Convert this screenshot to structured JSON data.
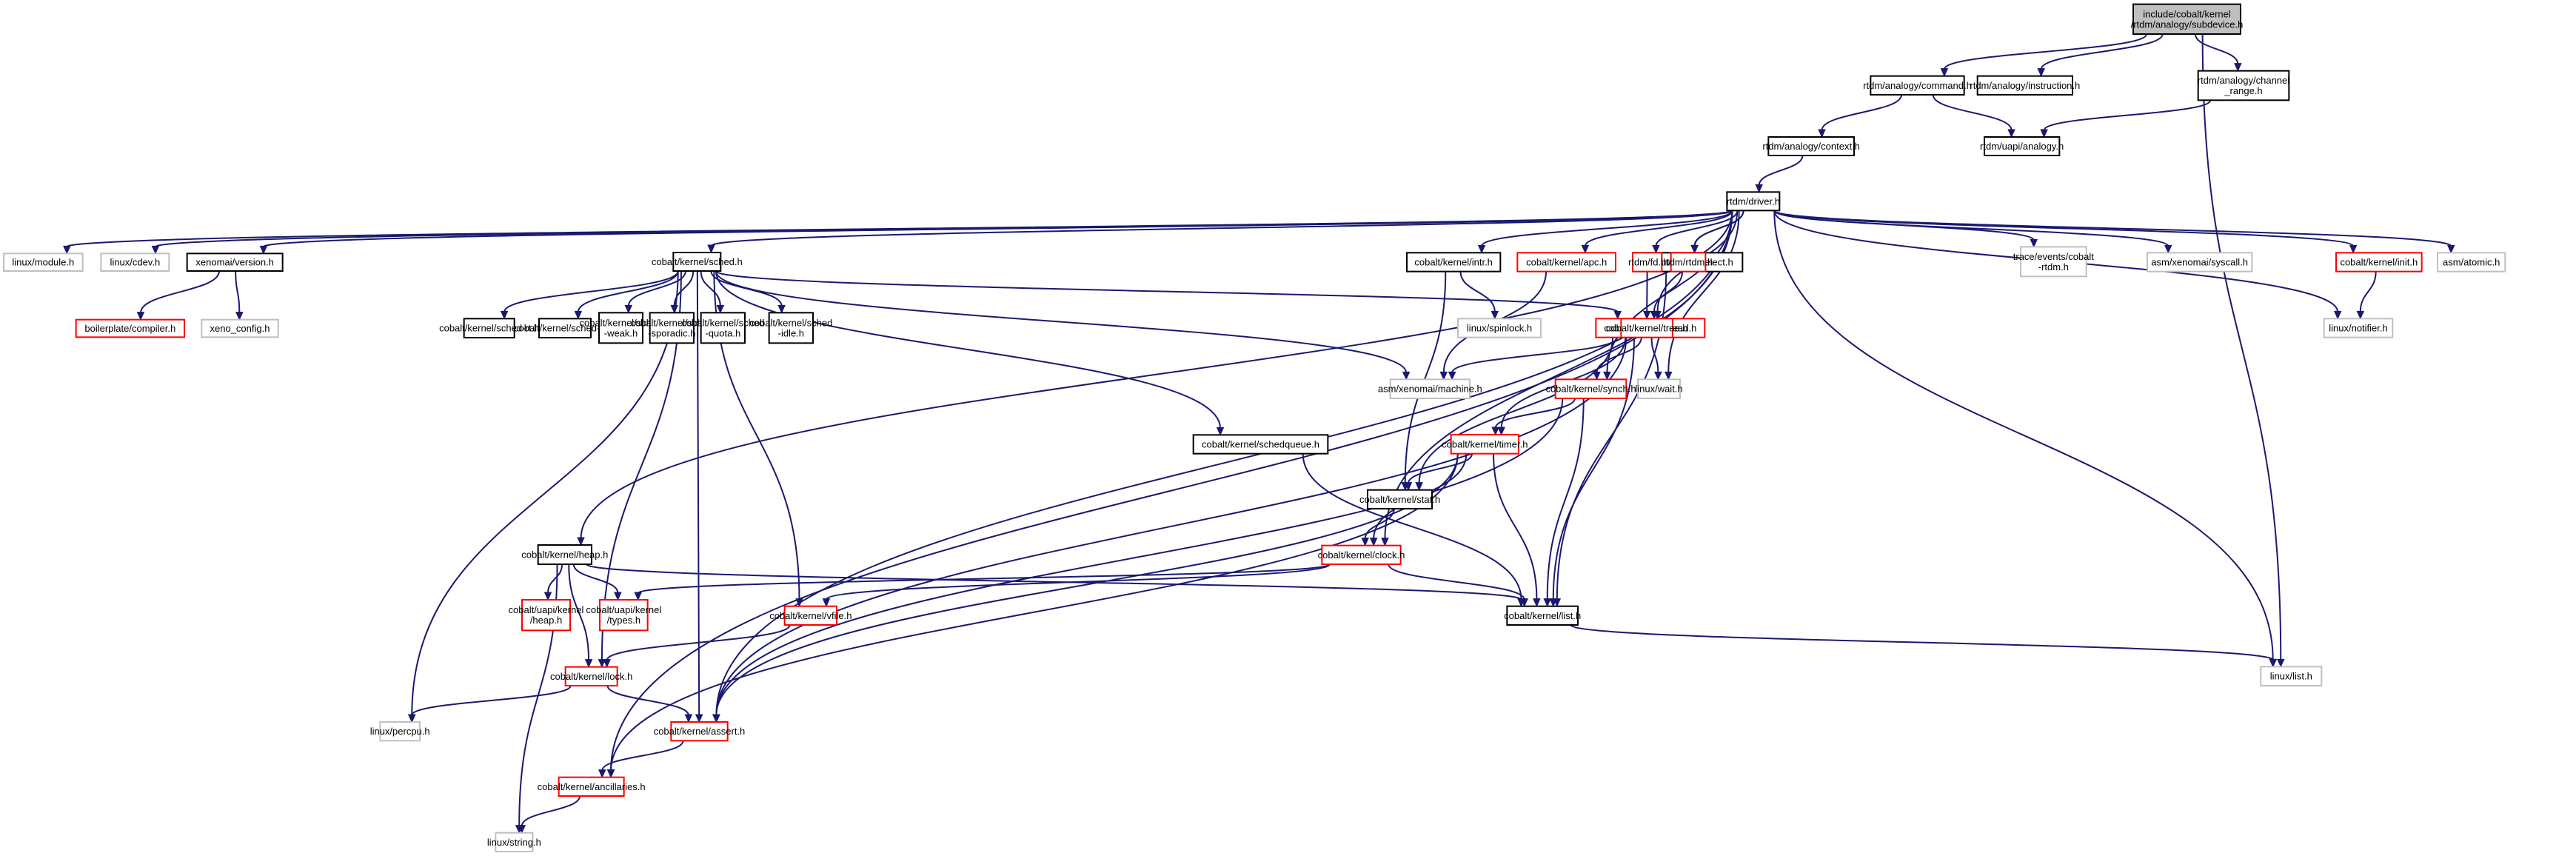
{
  "title": "include/cobalt/kernel/rtdm/analogy/subdevice.h include dependency graph",
  "colors": {
    "edge": "#191970",
    "root_fill": "#bfbfbf",
    "documented_border": "#000000",
    "truncated_border": "#ff0000",
    "undocumented_border": "#bfbfbf"
  },
  "nodes": [
    {
      "id": "subdevice",
      "lines": [
        "include/cobalt/kernel",
        "/rtdm/analogy/subdevice.h"
      ],
      "style": "root"
    },
    {
      "id": "command",
      "lines": [
        "rtdm/analogy/command.h"
      ],
      "style": "normal"
    },
    {
      "id": "instruction",
      "lines": [
        "rtdm/analogy/instruction.h"
      ],
      "style": "normal"
    },
    {
      "id": "channel_range",
      "lines": [
        "rtdm/analogy/channel",
        "_range.h"
      ],
      "style": "normal"
    },
    {
      "id": "context",
      "lines": [
        "rtdm/analogy/context.h"
      ],
      "style": "normal"
    },
    {
      "id": "uapi_analogy",
      "lines": [
        "rtdm/uapi/analogy.h"
      ],
      "style": "normal"
    },
    {
      "id": "driver",
      "lines": [
        "rtdm/driver.h"
      ],
      "style": "normal"
    },
    {
      "id": "linux_module",
      "lines": [
        "linux/module.h"
      ],
      "style": "gray"
    },
    {
      "id": "linux_cdev",
      "lines": [
        "linux/cdev.h"
      ],
      "style": "gray"
    },
    {
      "id": "xenomai_version",
      "lines": [
        "xenomai/version.h"
      ],
      "style": "normal"
    },
    {
      "id": "boilerplate_compiler",
      "lines": [
        "boilerplate/compiler.h"
      ],
      "style": "red"
    },
    {
      "id": "xeno_config",
      "lines": [
        "xeno_config.h"
      ],
      "style": "gray"
    },
    {
      "id": "sched",
      "lines": [
        "cobalt/kernel/sched.h"
      ],
      "style": "normal"
    },
    {
      "id": "sched_rt",
      "lines": [
        "cobalt/kernel/sched-rt.h"
      ],
      "style": "normal"
    },
    {
      "id": "sched_tp",
      "lines": [
        "cobalt/kernel/sched-tp.h"
      ],
      "style": "normal"
    },
    {
      "id": "sched_weak",
      "lines": [
        "cobalt/kernel/sched",
        "-weak.h"
      ],
      "style": "normal"
    },
    {
      "id": "sched_sporadic",
      "lines": [
        "cobalt/kernel/sched",
        "-sporadic.h"
      ],
      "style": "normal"
    },
    {
      "id": "sched_quota",
      "lines": [
        "cobalt/kernel/sched",
        "-quota.h"
      ],
      "style": "normal"
    },
    {
      "id": "sched_idle",
      "lines": [
        "cobalt/kernel/sched",
        "-idle.h"
      ],
      "style": "normal"
    },
    {
      "id": "intr",
      "lines": [
        "cobalt/kernel/intr.h"
      ],
      "style": "normal"
    },
    {
      "id": "apc",
      "lines": [
        "cobalt/kernel/apc.h"
      ],
      "style": "red"
    },
    {
      "id": "select",
      "lines": [
        "cobalt/kernel/select.h"
      ],
      "style": "normal"
    },
    {
      "id": "rtdm_fd",
      "lines": [
        "rtdm/fd.h"
      ],
      "style": "red"
    },
    {
      "id": "rtdm_rtdm",
      "lines": [
        "rtdm/rtdm.h"
      ],
      "style": "red"
    },
    {
      "id": "trace_events",
      "lines": [
        "trace/events/cobalt",
        "-rtdm.h"
      ],
      "style": "gray"
    },
    {
      "id": "asm_syscall",
      "lines": [
        "asm/xenomai/syscall.h"
      ],
      "style": "gray"
    },
    {
      "id": "init",
      "lines": [
        "cobalt/kernel/init.h"
      ],
      "style": "red"
    },
    {
      "id": "asm_atomic",
      "lines": [
        "asm/atomic.h"
      ],
      "style": "gray"
    },
    {
      "id": "linux_spinlock",
      "lines": [
        "linux/spinlock.h"
      ],
      "style": "gray"
    },
    {
      "id": "thread",
      "lines": [
        "cobalt/kernel/thread.h"
      ],
      "style": "red"
    },
    {
      "id": "tree",
      "lines": [
        "cobalt/kernel/tree.h"
      ],
      "style": "red"
    },
    {
      "id": "linux_notifier",
      "lines": [
        "linux/notifier.h"
      ],
      "style": "gray"
    },
    {
      "id": "asm_machine",
      "lines": [
        "asm/xenomai/machine.h"
      ],
      "style": "gray"
    },
    {
      "id": "synch",
      "lines": [
        "cobalt/kernel/synch.h"
      ],
      "style": "red"
    },
    {
      "id": "linux_wait",
      "lines": [
        "linux/wait.h"
      ],
      "style": "gray"
    },
    {
      "id": "schedqueue",
      "lines": [
        "cobalt/kernel/schedqueue.h"
      ],
      "style": "normal"
    },
    {
      "id": "timer",
      "lines": [
        "cobalt/kernel/timer.h"
      ],
      "style": "red"
    },
    {
      "id": "stat",
      "lines": [
        "cobalt/kernel/stat.h"
      ],
      "style": "normal"
    },
    {
      "id": "heap",
      "lines": [
        "cobalt/kernel/heap.h"
      ],
      "style": "normal"
    },
    {
      "id": "clock",
      "lines": [
        "cobalt/kernel/clock.h"
      ],
      "style": "red"
    },
    {
      "id": "uapi_heap",
      "lines": [
        "cobalt/uapi/kernel",
        "/heap.h"
      ],
      "style": "red"
    },
    {
      "id": "uapi_types",
      "lines": [
        "cobalt/uapi/kernel",
        "/types.h"
      ],
      "style": "red"
    },
    {
      "id": "vfile",
      "lines": [
        "cobalt/kernel/vfile.h"
      ],
      "style": "red"
    },
    {
      "id": "list",
      "lines": [
        "cobalt/kernel/list.h"
      ],
      "style": "normal"
    },
    {
      "id": "lock",
      "lines": [
        "cobalt/kernel/lock.h"
      ],
      "style": "red"
    },
    {
      "id": "linux_list",
      "lines": [
        "linux/list.h"
      ],
      "style": "gray"
    },
    {
      "id": "linux_percpu",
      "lines": [
        "linux/percpu.h"
      ],
      "style": "gray"
    },
    {
      "id": "assert",
      "lines": [
        "cobalt/kernel/assert.h"
      ],
      "style": "red"
    },
    {
      "id": "ancillaries",
      "lines": [
        "cobalt/kernel/ancillaries.h"
      ],
      "style": "red"
    },
    {
      "id": "linux_string",
      "lines": [
        "linux/string.h"
      ],
      "style": "gray"
    }
  ],
  "edges": [
    [
      "subdevice",
      "command"
    ],
    [
      "subdevice",
      "instruction"
    ],
    [
      "subdevice",
      "channel_range"
    ],
    [
      "subdevice",
      "linux_list"
    ],
    [
      "command",
      "context"
    ],
    [
      "command",
      "uapi_analogy"
    ],
    [
      "channel_range",
      "uapi_analogy"
    ],
    [
      "context",
      "driver"
    ],
    [
      "driver",
      "linux_module"
    ],
    [
      "driver",
      "linux_cdev"
    ],
    [
      "driver",
      "xenomai_version"
    ],
    [
      "driver",
      "sched"
    ],
    [
      "driver",
      "intr"
    ],
    [
      "driver",
      "apc"
    ],
    [
      "driver",
      "select"
    ],
    [
      "driver",
      "rtdm_fd"
    ],
    [
      "driver",
      "rtdm_rtdm"
    ],
    [
      "driver",
      "trace_events"
    ],
    [
      "driver",
      "asm_syscall"
    ],
    [
      "driver",
      "init"
    ],
    [
      "driver",
      "asm_atomic"
    ],
    [
      "driver",
      "linux_notifier"
    ],
    [
      "driver",
      "linux_list"
    ],
    [
      "driver",
      "tree"
    ],
    [
      "driver",
      "synch"
    ],
    [
      "driver",
      "linux_wait"
    ],
    [
      "driver",
      "clock"
    ],
    [
      "driver",
      "heap"
    ],
    [
      "driver",
      "assert"
    ],
    [
      "driver",
      "ancillaries"
    ],
    [
      "xenomai_version",
      "boilerplate_compiler"
    ],
    [
      "xenomai_version",
      "xeno_config"
    ],
    [
      "sched",
      "sched_rt"
    ],
    [
      "sched",
      "sched_tp"
    ],
    [
      "sched",
      "sched_weak"
    ],
    [
      "sched",
      "sched_sporadic"
    ],
    [
      "sched",
      "sched_quota"
    ],
    [
      "sched",
      "sched_idle"
    ],
    [
      "sched",
      "thread"
    ],
    [
      "sched",
      "asm_machine"
    ],
    [
      "sched",
      "schedqueue"
    ],
    [
      "sched",
      "vfile"
    ],
    [
      "sched",
      "lock"
    ],
    [
      "sched",
      "linux_percpu"
    ],
    [
      "sched",
      "assert"
    ],
    [
      "intr",
      "linux_spinlock"
    ],
    [
      "intr",
      "stat"
    ],
    [
      "apc",
      "asm_machine"
    ],
    [
      "select",
      "thread"
    ],
    [
      "select",
      "list"
    ],
    [
      "rtdm_fd",
      "tree"
    ],
    [
      "init",
      "linux_notifier"
    ],
    [
      "thread",
      "asm_machine"
    ],
    [
      "thread",
      "synch"
    ],
    [
      "thread",
      "linux_wait"
    ],
    [
      "thread",
      "timer"
    ],
    [
      "thread",
      "stat"
    ],
    [
      "thread",
      "list"
    ],
    [
      "tree",
      "assert"
    ],
    [
      "synch",
      "timer"
    ],
    [
      "synch",
      "list"
    ],
    [
      "synch",
      "assert"
    ],
    [
      "schedqueue",
      "list"
    ],
    [
      "timer",
      "stat"
    ],
    [
      "timer",
      "clock"
    ],
    [
      "timer",
      "list"
    ],
    [
      "timer",
      "assert"
    ],
    [
      "timer",
      "ancillaries"
    ],
    [
      "stat",
      "clock"
    ],
    [
      "clock",
      "uapi_types"
    ],
    [
      "clock",
      "vfile"
    ],
    [
      "clock",
      "list"
    ],
    [
      "heap",
      "uapi_heap"
    ],
    [
      "heap",
      "uapi_types"
    ],
    [
      "heap",
      "lock"
    ],
    [
      "heap",
      "list"
    ],
    [
      "heap",
      "linux_string"
    ],
    [
      "vfile",
      "lock"
    ],
    [
      "list",
      "linux_list"
    ],
    [
      "lock",
      "linux_percpu"
    ],
    [
      "lock",
      "assert"
    ],
    [
      "assert",
      "ancillaries"
    ],
    [
      "ancillaries",
      "linux_string"
    ]
  ]
}
